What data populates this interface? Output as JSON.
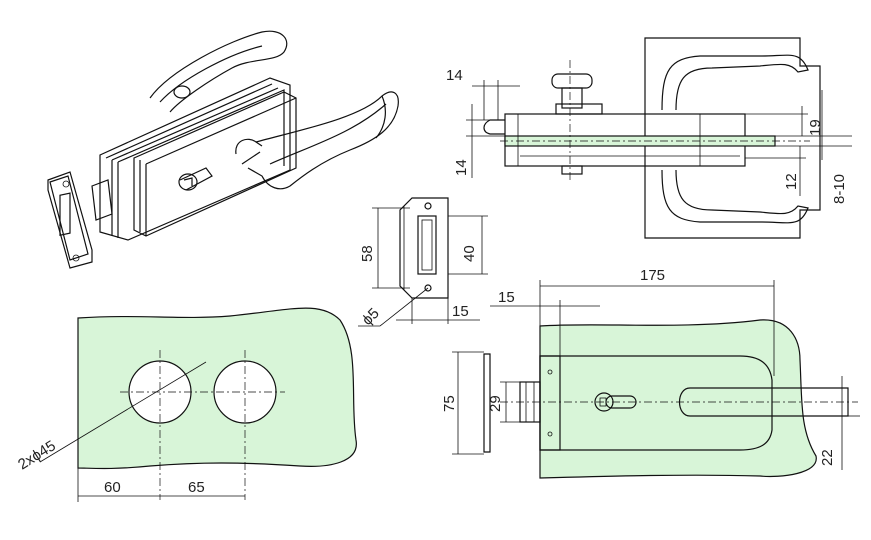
{
  "drawing": {
    "colors": {
      "glass": "#d8f5d8",
      "line": "#111111",
      "background": "#ffffff"
    },
    "strike_plate": {
      "dims": {
        "height": "58",
        "inner_height": "40",
        "width": "15",
        "hole": "ϕ5"
      }
    },
    "side_view": {
      "dims": {
        "top": "14",
        "left": "14",
        "glass_thickness": "8-10",
        "offset_19": "19",
        "offset_12": "12"
      }
    },
    "glass_cutout": {
      "dims": {
        "holes": "2xϕ45",
        "first": "60",
        "second": "65"
      }
    },
    "front_view": {
      "dims": {
        "length": "175",
        "edge": "15",
        "height": "75",
        "inner": "29",
        "handle": "22"
      }
    }
  }
}
